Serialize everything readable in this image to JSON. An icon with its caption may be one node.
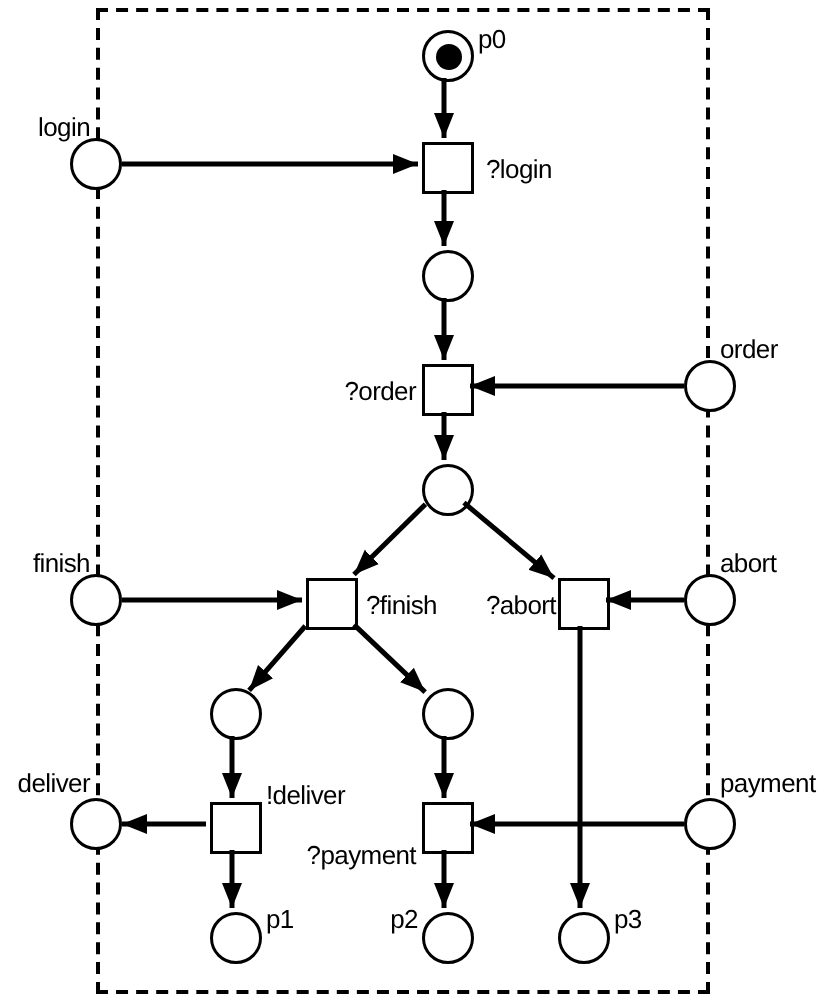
{
  "diagram": {
    "nodes": [
      {
        "text": [],
        "shape": "box"
      },
      {
        "text": [],
        "shape": "circle",
        "beside": [
          "p0"
        ],
        "in": 0
      },
      {
        "text": [],
        "shape": "dot",
        "in": 1
      },
      {
        "text": [],
        "shape": "circle",
        "beside": [
          "login"
        ]
      },
      {
        "text": [],
        "shape": "box",
        "beside": [
          "?login"
        ],
        "in": 0
      },
      {
        "text": [],
        "shape": "circle",
        "in": 0
      },
      {
        "text": [],
        "shape": "circle",
        "beside": [
          "order"
        ]
      },
      {
        "text": [],
        "shape": "box",
        "beside": [
          "?order"
        ],
        "in": 0
      },
      {
        "text": [],
        "shape": "circle",
        "in": 0
      },
      {
        "text": [],
        "shape": "circle",
        "beside": [
          "finish"
        ]
      },
      {
        "text": [],
        "shape": "box",
        "beside": [
          "?finish"
        ],
        "in": 0
      },
      {
        "text": [],
        "shape": "box",
        "beside": [
          "?abort"
        ],
        "in": 0
      },
      {
        "text": [],
        "shape": "circle",
        "beside": [
          "abort"
        ]
      },
      {
        "text": [],
        "shape": "circle",
        "in": 0
      },
      {
        "text": [],
        "shape": "circle",
        "in": 0
      },
      {
        "text": [],
        "shape": "circle",
        "beside": [
          "deliver"
        ]
      },
      {
        "text": [],
        "shape": "box",
        "beside": [
          "!deliver"
        ],
        "in": 0
      },
      {
        "text": [],
        "shape": "box",
        "beside": [
          "?payment"
        ],
        "in": 0
      },
      {
        "text": [],
        "shape": "circle",
        "beside": [
          "payment"
        ]
      },
      {
        "text": [],
        "shape": "circle",
        "beside": [
          "p1"
        ],
        "in": 0
      },
      {
        "text": [],
        "shape": "circle",
        "beside": [
          "p2"
        ],
        "in": 0
      },
      {
        "text": [],
        "shape": "circle",
        "beside": [
          "p3"
        ],
        "in": 0
      }
    ],
    "edges": [
      {
        "from": 1,
        "to": 4,
        "arrow": "to"
      },
      {
        "from": 3,
        "to": 4,
        "arrow": "to"
      },
      {
        "from": 4,
        "to": 5,
        "arrow": "to"
      },
      {
        "from": 5,
        "to": 7,
        "arrow": "to"
      },
      {
        "from": 6,
        "to": 7,
        "arrow": "to"
      },
      {
        "from": 7,
        "to": 8,
        "arrow": "to"
      },
      {
        "from": 8,
        "to": 10,
        "arrow": "to"
      },
      {
        "from": 8,
        "to": 11,
        "arrow": "to"
      },
      {
        "from": 9,
        "to": 10,
        "arrow": "to"
      },
      {
        "from": 12,
        "to": 11,
        "arrow": "to"
      },
      {
        "from": 10,
        "to": 13,
        "arrow": "to"
      },
      {
        "from": 10,
        "to": 14,
        "arrow": "to"
      },
      {
        "from": 13,
        "to": 16,
        "arrow": "to"
      },
      {
        "from": 16,
        "to": 15,
        "arrow": "to"
      },
      {
        "from": 16,
        "to": 19,
        "arrow": "to"
      },
      {
        "from": 14,
        "to": 17,
        "arrow": "to"
      },
      {
        "from": 18,
        "to": 17,
        "arrow": "to"
      },
      {
        "from": 17,
        "to": 20,
        "arrow": "to"
      },
      {
        "from": 11,
        "to": 21,
        "arrow": "to"
      }
    ]
  }
}
